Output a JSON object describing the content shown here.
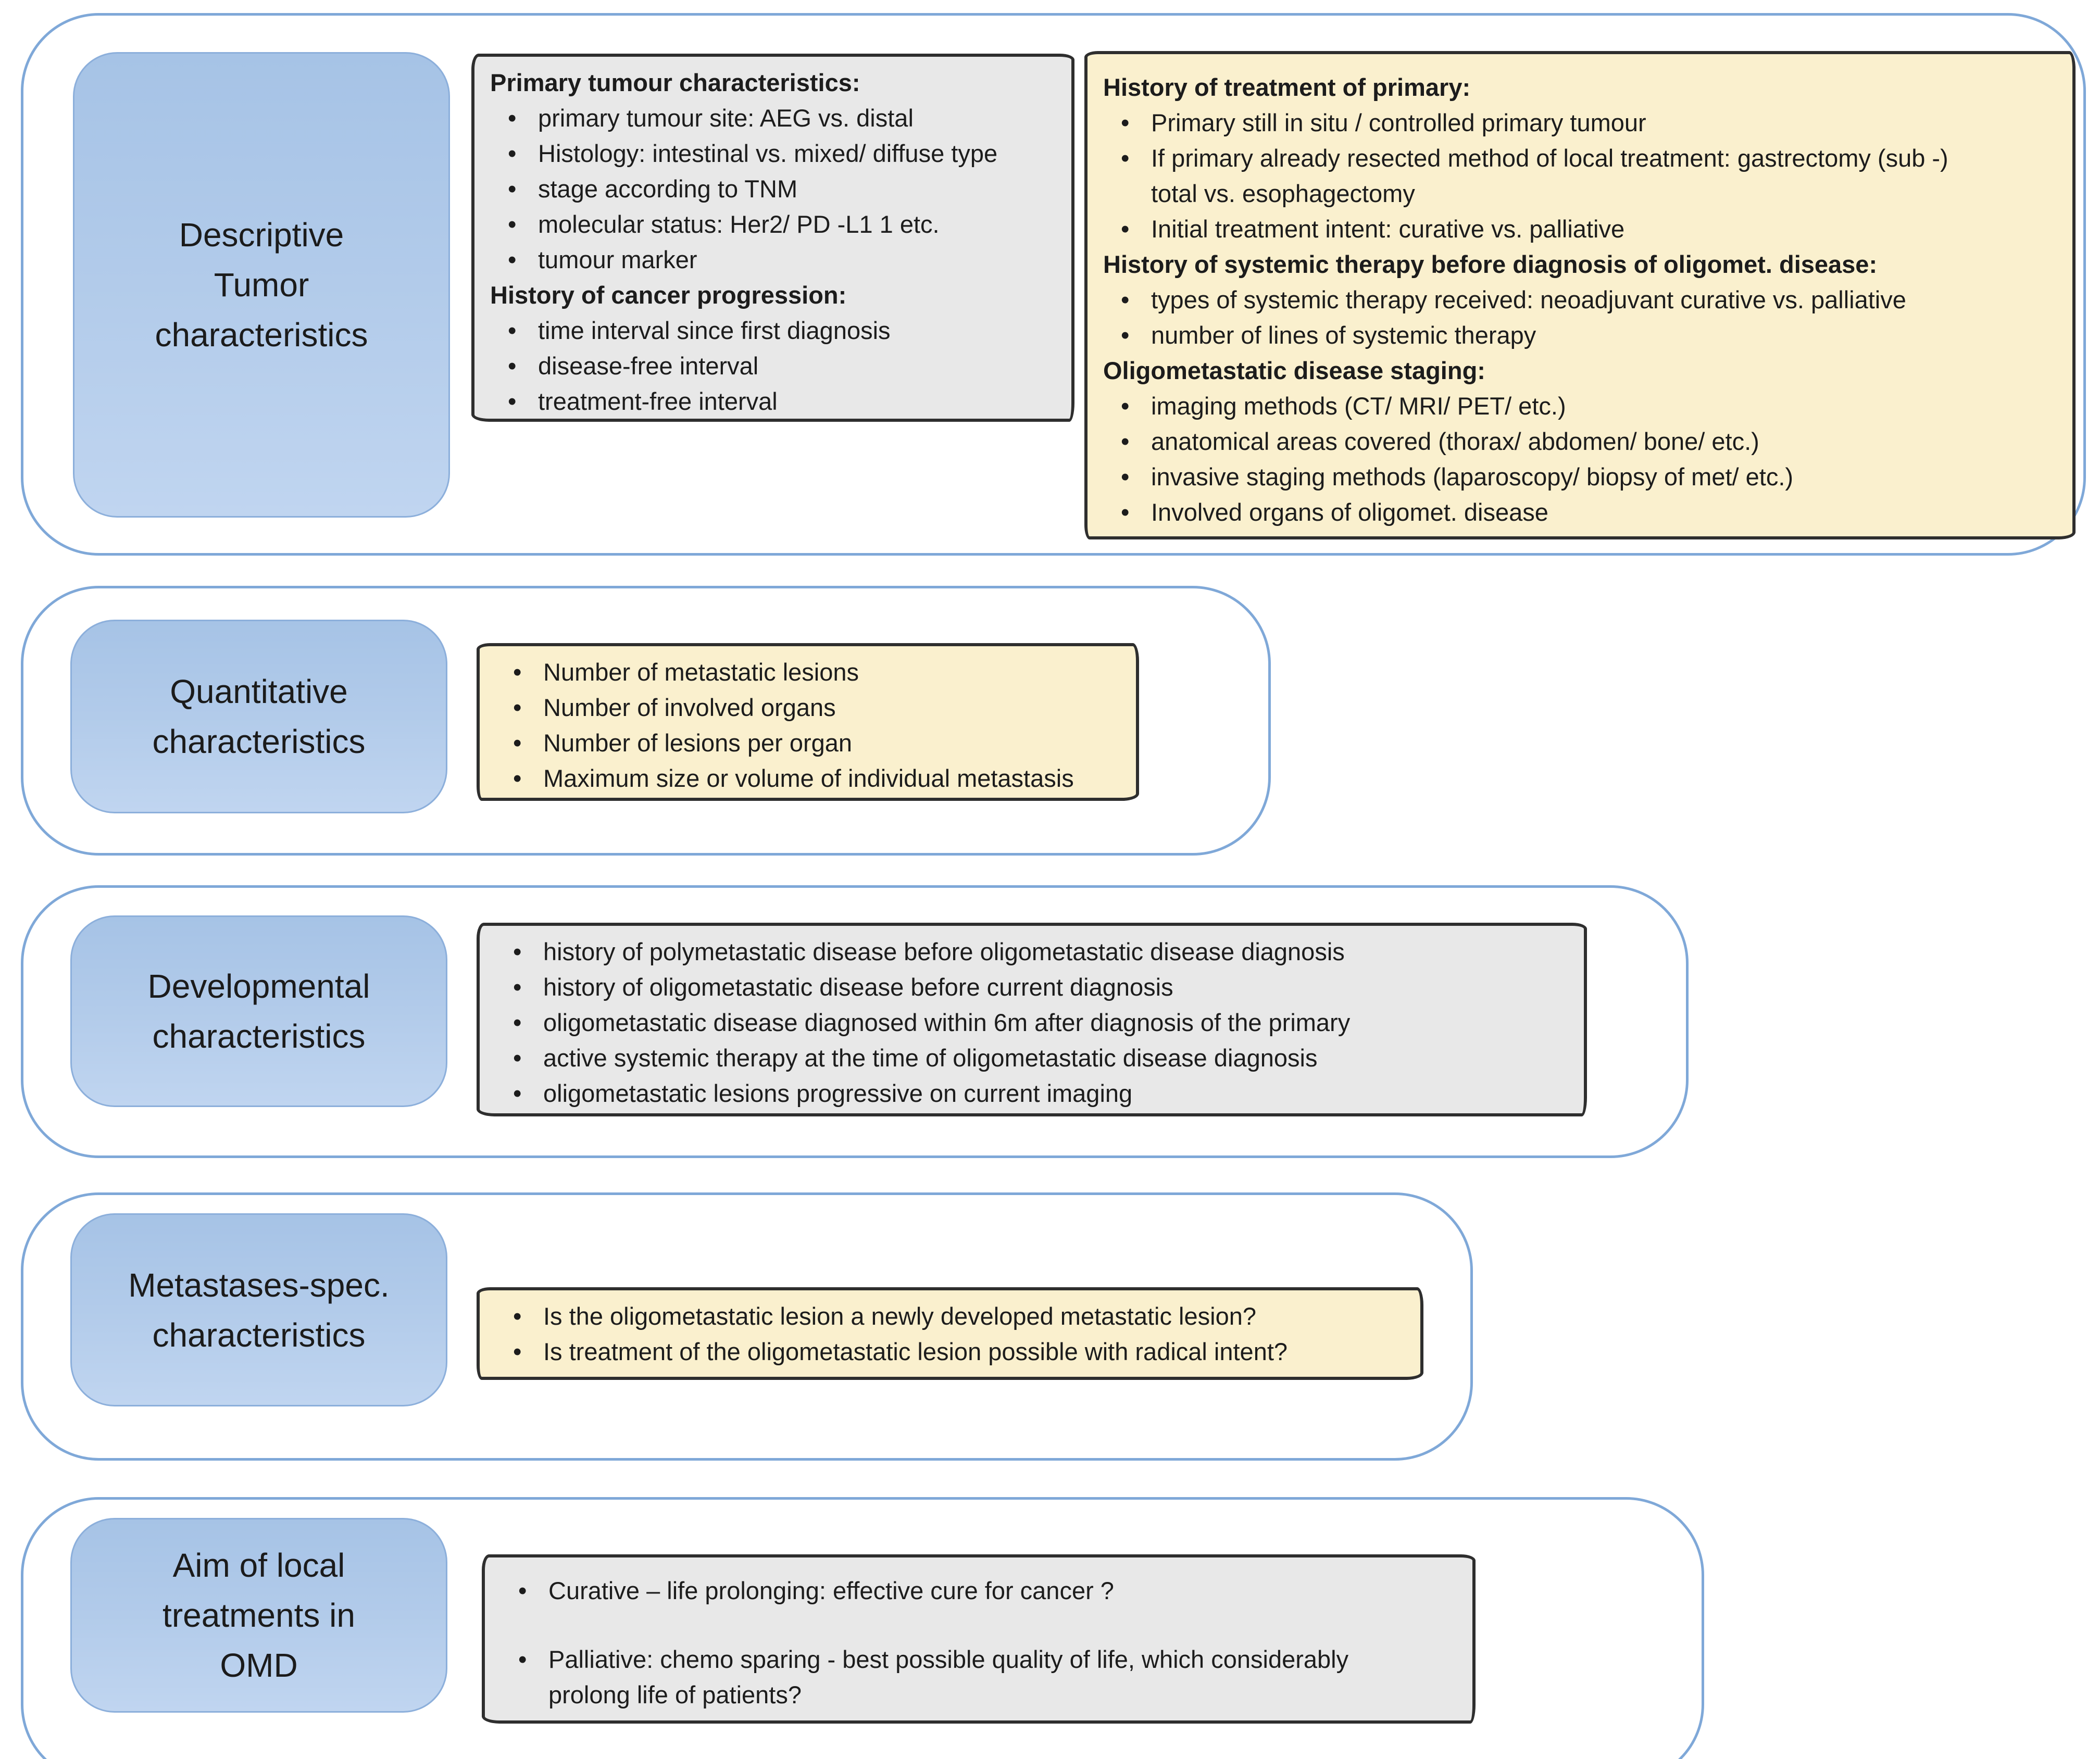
{
  "palette": {
    "panel_border": "#7fa8d8",
    "label_fill_top": "#a6c3e6",
    "label_fill_bottom": "#c0d5f0",
    "label_border": "#8cafdb",
    "gray_fill": "#e8e8e8",
    "yellow_fill": "#faf0ce",
    "sketch_border": "#2e2e2e",
    "text": "#1c1c1c"
  },
  "figure": {
    "rows": [
      {
        "label": "Descriptive\nTumor\ncharacteristics",
        "boxes": [
          {
            "style": "gray",
            "sections": [
              {
                "heading": "Primary tumour characteristics:",
                "items": [
                  "primary tumour site: AEG vs. distal",
                  "Histology: intestinal vs. mixed/ diffuse type",
                  "stage according to TNM",
                  "molecular status: Her2/ PD -L1 1 etc.",
                  "tumour marker"
                ]
              },
              {
                "heading": "History of cancer progression:",
                "items": [
                  "time interval since first diagnosis",
                  "disease-free interval",
                  "treatment-free interval"
                ]
              }
            ]
          },
          {
            "style": "yellow",
            "sections": [
              {
                "heading": "History of treatment of primary:",
                "items": [
                  "Primary still in situ / controlled primary tumour",
                  "If primary already resected method of local treatment: gastrectomy (sub -)\ntotal vs. esophagectomy",
                  "Initial treatment intent: curative vs. palliative"
                ]
              },
              {
                "heading": "History of systemic therapy before diagnosis of oligomet. disease:",
                "items": [
                  "types of systemic therapy received: neoadjuvant curative vs. palliative",
                  "number of lines of systemic therapy"
                ]
              },
              {
                "heading": "Oligometastatic disease staging:",
                "items": [
                  "imaging methods (CT/ MRI/ PET/ etc.)",
                  "anatomical areas covered (thorax/ abdomen/ bone/ etc.)",
                  "invasive staging methods (laparoscopy/ biopsy of met/ etc.)",
                  "Involved organs of oligomet. disease"
                ]
              }
            ]
          }
        ]
      },
      {
        "label": "Quantitative\ncharacteristics",
        "boxes": [
          {
            "style": "yellow",
            "sections": [
              {
                "items": [
                  "Number of metastatic lesions",
                  "Number of involved organs",
                  "Number of lesions per organ",
                  "Maximum size or volume of individual metastasis"
                ]
              }
            ]
          }
        ]
      },
      {
        "label": "Developmental\ncharacteristics",
        "boxes": [
          {
            "style": "gray",
            "sections": [
              {
                "items": [
                  "history of polymetastatic disease before oligometastatic disease diagnosis",
                  "history of oligometastatic disease before current diagnosis",
                  "oligometastatic disease diagnosed within 6m after diagnosis of the primary",
                  "active systemic therapy at the time of oligometastatic disease diagnosis",
                  "oligometastatic lesions progressive on current imaging"
                ]
              }
            ]
          }
        ]
      },
      {
        "label": "Metastases-spec.\ncharacteristics",
        "boxes": [
          {
            "style": "yellow",
            "sections": [
              {
                "items": [
                  "Is the oligometastatic lesion a newly developed metastatic lesion?",
                  "Is treatment of the oligometastatic lesion possible with radical intent?"
                ]
              }
            ]
          }
        ]
      },
      {
        "label": "Aim of local\ntreatments in\nOMD",
        "boxes": [
          {
            "style": "gray",
            "sections": [
              {
                "items": [
                  "Curative – life prolonging: effective cure for cancer ?",
                  "Palliative: chemo sparing - best possible quality of life, which considerably\nprolong life of patients?"
                ]
              }
            ]
          }
        ]
      }
    ]
  }
}
